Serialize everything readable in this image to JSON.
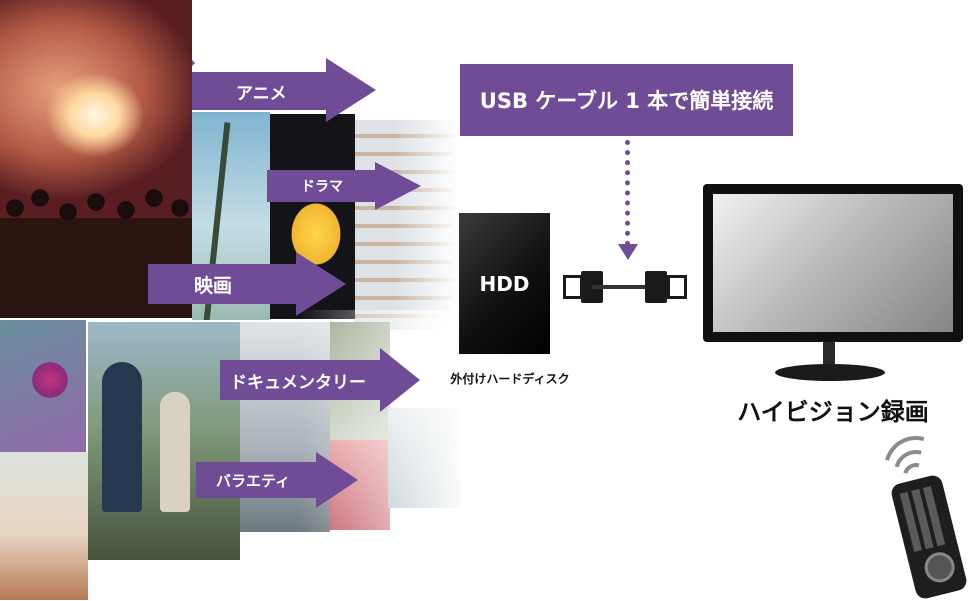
{
  "categories": {
    "anime": "アニメ",
    "drama": "ドラマ",
    "movie": "映画",
    "documentary": "ドキュメンタリー",
    "variety": "バラエティ"
  },
  "callout": "USB ケーブル 1 本で簡単接続",
  "hdd": {
    "label": "HDD",
    "caption": "外付けハードディスク"
  },
  "tv_label": "ハイビジョン録画",
  "colors": {
    "accent": "#6f4c95",
    "monitor": "#101010",
    "hdd": "#111111"
  },
  "icons": [
    "usb-cable-icon",
    "monitor-icon",
    "remote-control-icon",
    "signal-waves-icon"
  ]
}
